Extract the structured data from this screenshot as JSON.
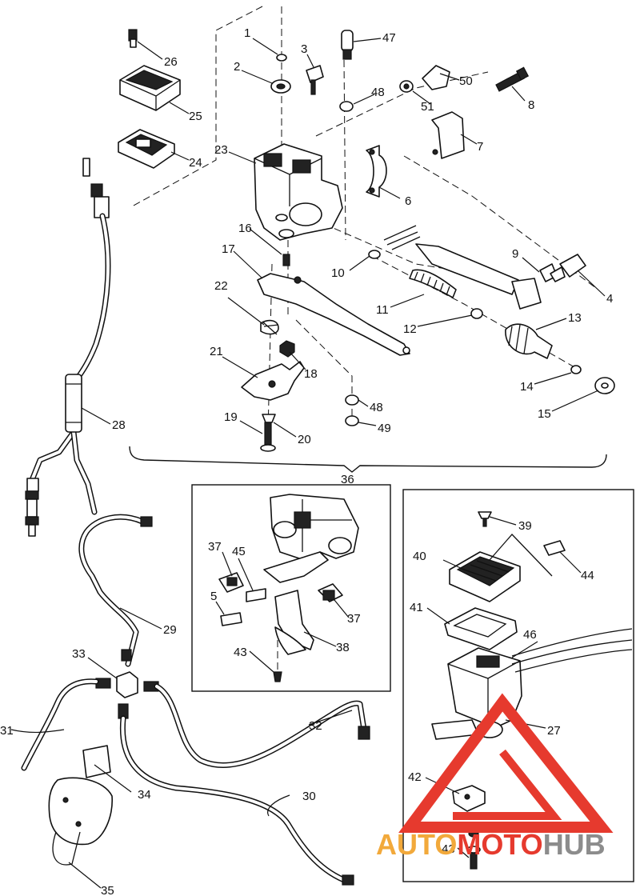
{
  "labels": {
    "p1": "1",
    "p2": "2",
    "p3": "3",
    "p4": "4",
    "p5": "5",
    "p6": "6",
    "p7": "7",
    "p8": "8",
    "p9": "9",
    "p10": "10",
    "p11": "11",
    "p12": "12",
    "p13": "13",
    "p14": "14",
    "p15": "15",
    "p16": "16",
    "p17": "17",
    "p18": "18",
    "p19": "19",
    "p20": "20",
    "p21": "21",
    "p22": "22",
    "p23": "23",
    "p24": "24",
    "p25": "25",
    "p26": "26",
    "p27": "27",
    "p28": "28",
    "p29": "29",
    "p30": "30",
    "p31": "31",
    "p32": "32",
    "p33": "33",
    "p34": "34",
    "p35": "35",
    "p36": "36",
    "p37a": "37",
    "p37b": "37",
    "p38": "38",
    "p39": "39",
    "p40": "40",
    "p41": "41",
    "p42": "42",
    "p43a": "43",
    "p43b": "43",
    "p44": "44",
    "p45": "45",
    "p46": "46",
    "p47": "47",
    "p48a": "48",
    "p48b": "48",
    "p49": "49",
    "p50": "50",
    "p51": "51"
  },
  "watermark": {
    "part1": "AUTO",
    "part2": "MOTO",
    "part3": "HUB",
    "color_orange": "#f2a93b",
    "color_red": "#e63a2e",
    "color_gray": "#8c8c8c"
  }
}
